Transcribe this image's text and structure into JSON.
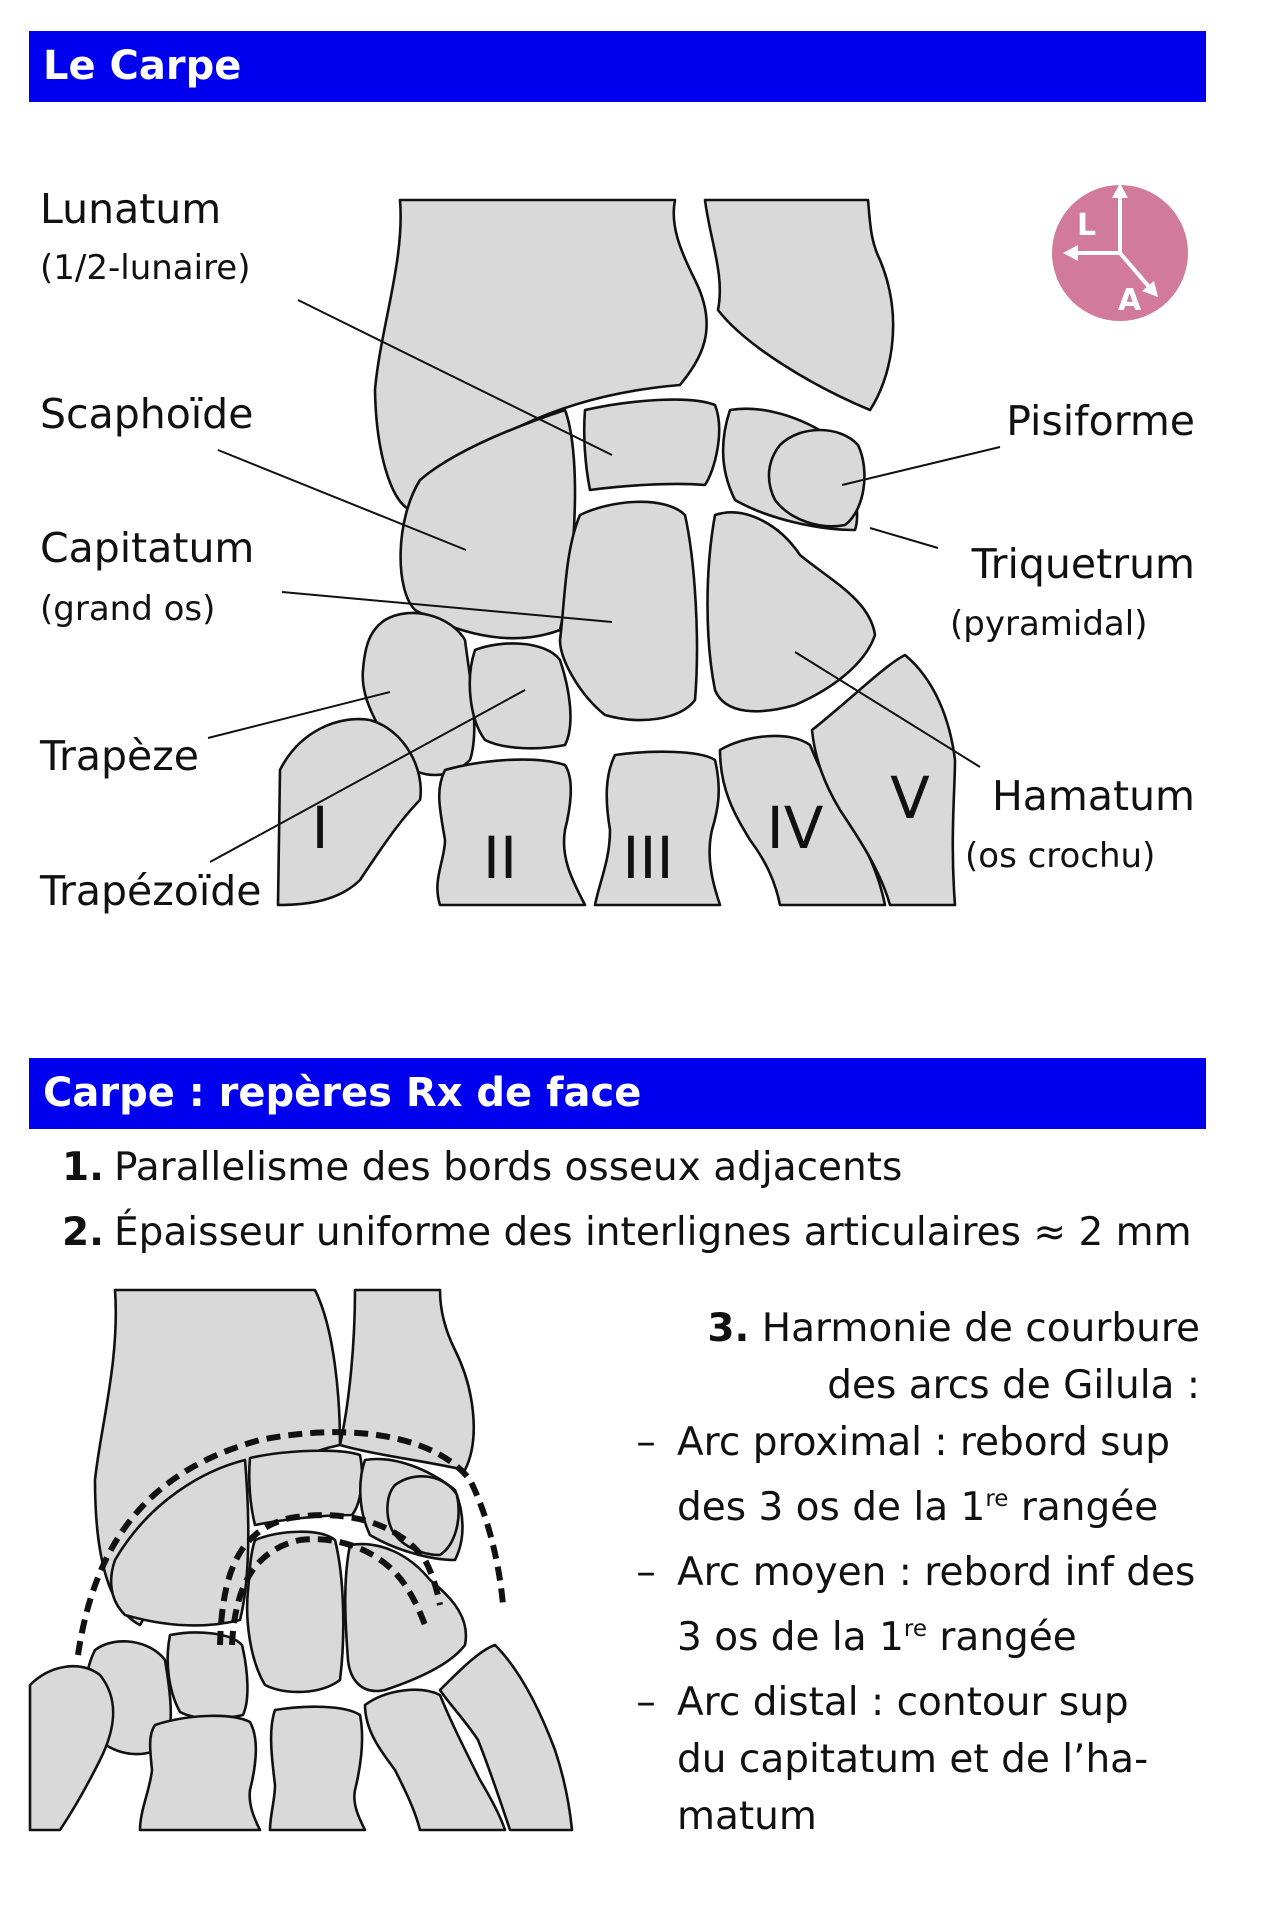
{
  "slide1": {
    "title": "Le Carpe",
    "labels": {
      "lunatum": "Lunatum",
      "lunatum_sub": "(1/2-lunaire)",
      "scaphoide": "Scaphoïde",
      "capitatum": "Capitatum",
      "capitatum_sub": "(grand os)",
      "trapeze": "Trapèze",
      "trapezoide": "Trapézoïde",
      "pisiforme": "Pisiforme",
      "triquetrum": "Triquetrum",
      "triquetrum_sub": "(pyramidal)",
      "hamatum": "Hamatum",
      "hamatum_sub": "(os crochu)"
    },
    "metacarpals": [
      "I",
      "II",
      "III",
      "IV",
      "V"
    ],
    "orientation": {
      "l": "L",
      "a": "A",
      "color": "#d17a99"
    }
  },
  "slide2": {
    "title": "Carpe : repères Rx de face",
    "items": [
      {
        "num": "1.",
        "text": "Parallelisme des bords osseux adjacents"
      },
      {
        "num": "2.",
        "text": "Épaisseur uniforme des interlignes articulaires ≈ 2 mm"
      }
    ],
    "item3": {
      "num": "3.",
      "line1": "Harmonie de courbure",
      "line2": "des arcs de Gilula :"
    },
    "arcs": [
      {
        "dash": "–",
        "line1": "Arc proximal : rebord sup",
        "line2_a": "des 3 os de la 1",
        "sup": "re",
        "line2_b": " rangée"
      },
      {
        "dash": "–",
        "line1": "Arc moyen : rebord inf des",
        "line2_a": "3 os de la 1",
        "sup": "re",
        "line2_b": " rangée"
      },
      {
        "dash": "–",
        "line1": "Arc distal : contour sup",
        "line2": "du capitatum et de l’ha-",
        "line3": "matum"
      }
    ]
  },
  "colors": {
    "banner": "#0000ee",
    "bone": "#d9d9d9"
  }
}
